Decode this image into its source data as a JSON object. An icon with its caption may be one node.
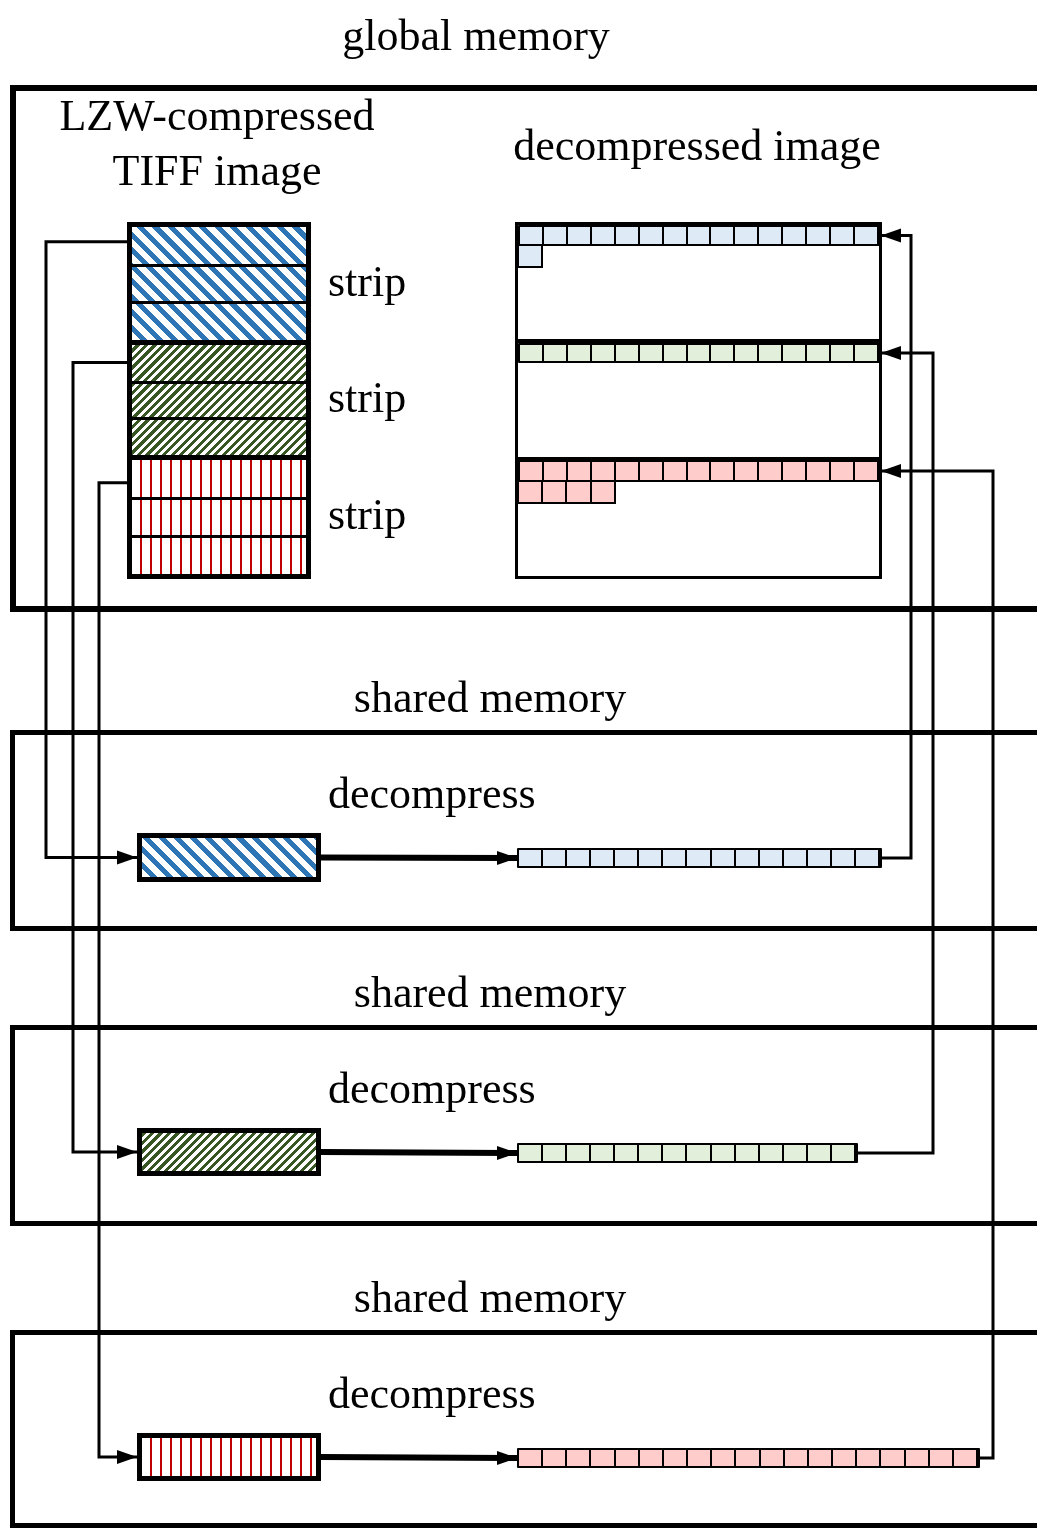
{
  "diagram": {
    "nodes": [
      {
        "text": [
          "global memory"
        ]
      },
      {
        "text": [
          "LZW-compressed TIFF image"
        ],
        "in": 0
      },
      {
        "text": [],
        "shape": "box",
        "in": 1,
        "beside": [
          "strip"
        ]
      },
      {
        "text": [],
        "shape": "box",
        "in": 1,
        "beside": [
          "strip"
        ]
      },
      {
        "text": [],
        "shape": "box",
        "in": 1,
        "beside": [
          "strip"
        ]
      },
      {
        "text": [
          "decompressed image"
        ],
        "in": 0
      },
      {
        "text": [],
        "shape": "bar",
        "in": 5
      },
      {
        "text": [],
        "shape": "bar",
        "in": 5
      },
      {
        "text": [],
        "shape": "bar",
        "in": 5
      },
      {
        "text": [
          "shared memory"
        ]
      },
      {
        "text": [],
        "shape": "box",
        "in": 9
      },
      {
        "text": [],
        "shape": "bar",
        "in": 9
      },
      {
        "text": [
          "shared memory"
        ]
      },
      {
        "text": [],
        "shape": "box",
        "in": 12
      },
      {
        "text": [],
        "shape": "bar",
        "in": 12
      },
      {
        "text": [
          "shared memory"
        ]
      },
      {
        "text": [],
        "shape": "box",
        "in": 15
      },
      {
        "text": [],
        "shape": "bar",
        "in": 15
      }
    ],
    "edges": [
      {
        "from": 2,
        "to": 10,
        "arrow": "to"
      },
      {
        "from": 10,
        "to": 11,
        "arrow": "to",
        "label": "decompress",
        "style": "thick"
      },
      {
        "from": 11,
        "to": 6,
        "arrow": "to"
      },
      {
        "from": 3,
        "to": 13,
        "arrow": "to"
      },
      {
        "from": 13,
        "to": 14,
        "arrow": "to",
        "label": "decompress",
        "style": "thick"
      },
      {
        "from": 14,
        "to": 7,
        "arrow": "to"
      },
      {
        "from": 4,
        "to": 16,
        "arrow": "to"
      },
      {
        "from": 16,
        "to": 17,
        "arrow": "to",
        "label": "decompress",
        "style": "thick"
      },
      {
        "from": 17,
        "to": 8,
        "arrow": "to"
      }
    ]
  }
}
